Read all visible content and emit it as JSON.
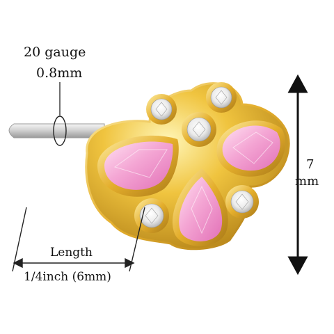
{
  "labels": {
    "gauge": "20 gauge",
    "gauge_mm": "0.8mm",
    "length_label": "Length",
    "length_value": "1/4inch (6mm)",
    "height_value": "7",
    "height_unit": "mm"
  },
  "colors": {
    "gold": "#e8b832",
    "gold_light": "#fff0a8",
    "gold_dark": "#b7861a",
    "pink_gem": "#f4a6d4",
    "pink_dark": "#e271b7",
    "clear_gem": "#f3f3f3",
    "post_silver": "#d6d6d6"
  }
}
